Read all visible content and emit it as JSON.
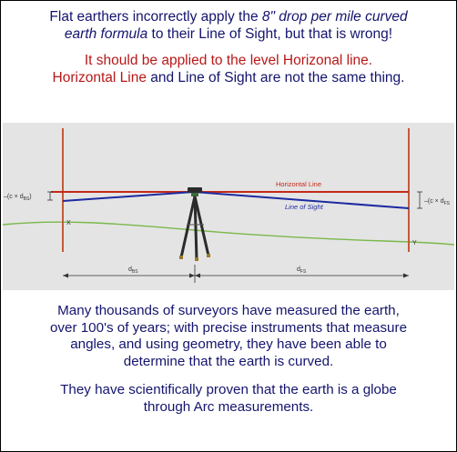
{
  "heading": {
    "line1": "Flat earthers incorrectly apply the ",
    "line1_italic": "8\" drop per mile curved",
    "line2_italic": "earth formula",
    "line2": " to their Line of Sight, but that is wrong!"
  },
  "red_text": {
    "line1": "It should be applied to the level Horizonal line.",
    "line2_part1": "Horizontal Line",
    "line2_part2": " and Line of Sight are not the same thing."
  },
  "diagram": {
    "horizontal_line_label": "Horizontal Line",
    "line_of_sight_label": "Line of Sight",
    "left_offset_label": "(c × d",
    "left_offset_sub": "BS",
    "right_offset_label": "(c × d",
    "right_offset_sub": "FS",
    "point_x_label": "X",
    "point_y_label": "Y",
    "dist_bs_label": "d",
    "dist_bs_sub": "BS",
    "dist_fs_label": "d",
    "dist_fs_sub": "FS",
    "colors": {
      "background": "#e4e4e4",
      "horizontal_line": "#c42a18",
      "line_of_sight": "#1c2aa0",
      "staff": "#c45a3a",
      "ground": "#79b84a",
      "tripod": "#2b2b2b"
    }
  },
  "bottom": {
    "para1_line1": "Many thousands of surveyors have measured the earth,",
    "para1_line2": "over 100's of years; with precise instruments that measure",
    "para1_line3": "angles, and using geometry, they have been able to",
    "para1_line4": "determine that the earth is curved.",
    "para2_line1": "They have scientifically proven that the earth is a globe",
    "para2_line2": "through Arc measurements."
  }
}
